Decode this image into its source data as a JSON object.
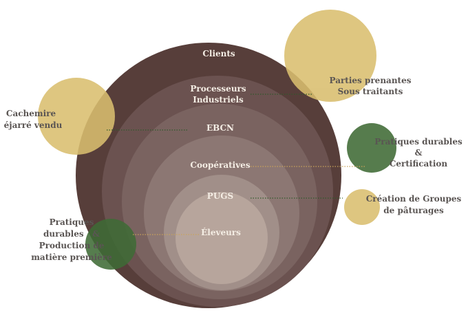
{
  "rings": [
    {
      "label": "Clients",
      "fill": "#573e3a"
    },
    {
      "label_lines": [
        "Processeurs",
        "Industriels"
      ],
      "fill": "#6b5250"
    },
    {
      "label": "EBCN",
      "fill": "#7a6360"
    },
    {
      "label": "Coopératives",
      "fill": "#8c7773"
    },
    {
      "label": "PUGS",
      "fill": "#a18f89"
    },
    {
      "label": "Éleveurs",
      "fill": "#b7a59c"
    }
  ],
  "side_circles": [
    {
      "lines": [
        "Parties prenantes",
        "Sous traitants"
      ],
      "color": "#d9be6e",
      "kind": "gold"
    },
    {
      "lines": [
        "Cachemire",
        "éjarré vendu"
      ],
      "color": "#d9be6e",
      "kind": "gold"
    },
    {
      "lines": [
        "Pratiques durables",
        "&",
        "Certification"
      ],
      "color": "#3f6b35",
      "kind": "green"
    },
    {
      "lines": [
        "Création de Groupes",
        "de pâturages"
      ],
      "color": "#d9be6e",
      "kind": "gold"
    },
    {
      "lines": [
        "Pratiques",
        "durables   &",
        "Production de",
        "matière première"
      ],
      "color": "#3f6b35",
      "kind": "green"
    }
  ],
  "connector_colors": {
    "green": "#2f5a2a",
    "gold": "#caa45a"
  }
}
